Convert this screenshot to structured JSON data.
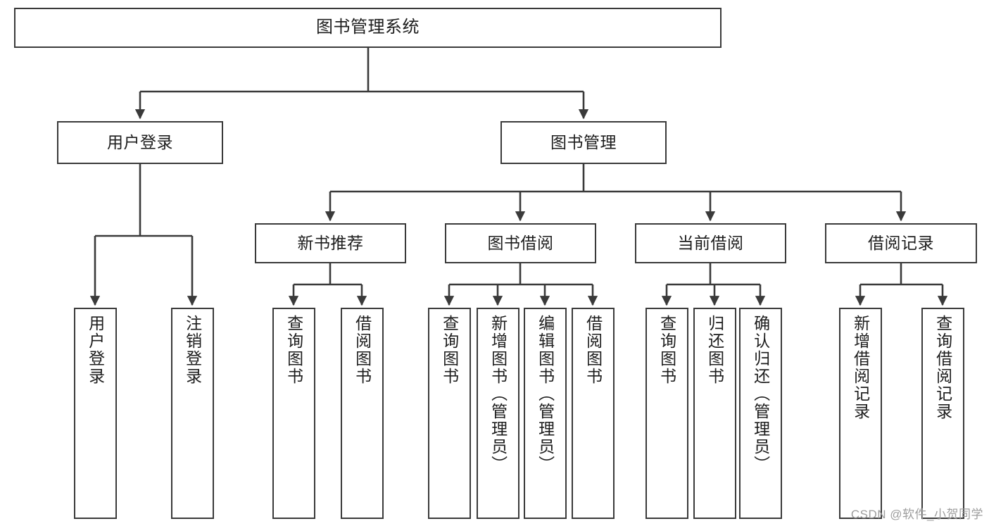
{
  "diagram": {
    "title": "图书管理系统",
    "type": "hierarchy-tree",
    "colors": {
      "node_border": "#3a3a3a",
      "node_fill": "#ffffff",
      "edge": "#3a3a3a",
      "text": "#1d1d1d",
      "watermark": "#9d9d9d",
      "background": "#ffffff"
    },
    "root": {
      "label": "图书管理系统"
    },
    "level2": [
      {
        "label": "用户登录"
      },
      {
        "label": "图书管理"
      }
    ],
    "level3": [
      {
        "label": "新书推荐"
      },
      {
        "label": "图书借阅"
      },
      {
        "label": "当前借阅"
      },
      {
        "label": "借阅记录"
      }
    ],
    "leaves": {
      "user_login": [
        {
          "label": "用户登录"
        },
        {
          "label": "注销登录"
        }
      ],
      "new_book_recommend": [
        {
          "label": "查询图书"
        },
        {
          "label": "借阅图书"
        }
      ],
      "book_borrow": [
        {
          "label": "查询图书"
        },
        {
          "label": "新增图书（管理员）"
        },
        {
          "label": "编辑图书（管理员）"
        },
        {
          "label": "借阅图书"
        }
      ],
      "current_borrow": [
        {
          "label": "查询图书"
        },
        {
          "label": "归还图书"
        },
        {
          "label": "确认归还（管理员）"
        }
      ],
      "borrow_record": [
        {
          "label": "新增借阅记录"
        },
        {
          "label": "查询借阅记录"
        }
      ]
    }
  },
  "watermark": {
    "text": "CSDN @软件_小贺同学"
  }
}
